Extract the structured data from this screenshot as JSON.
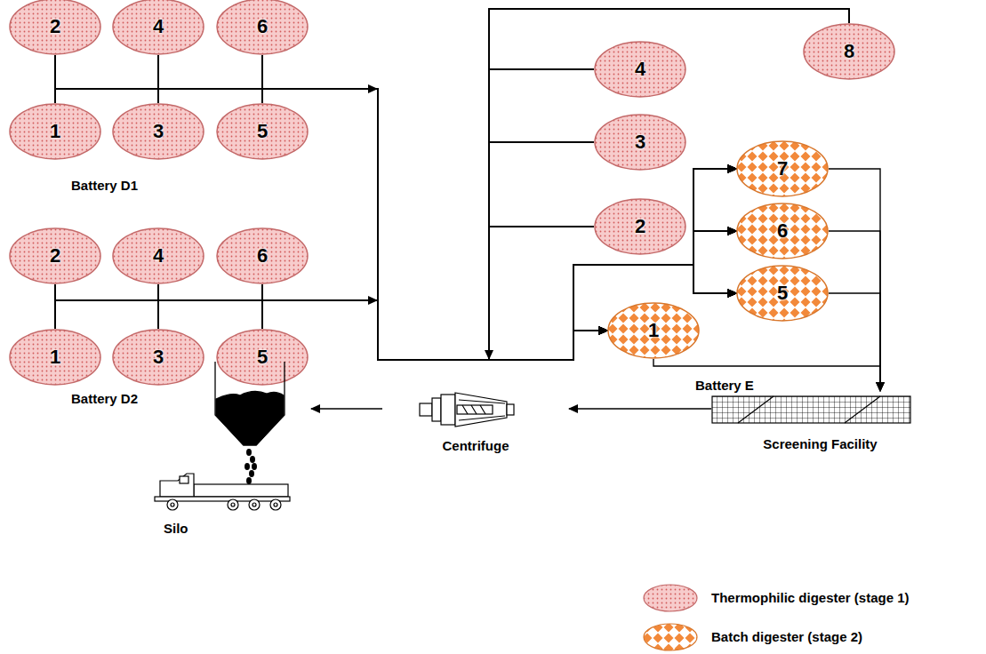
{
  "diagram": {
    "nodes": [
      {
        "text": [
          "2"
        ]
      },
      {
        "text": [
          "4"
        ]
      },
      {
        "text": [
          "6"
        ]
      },
      {
        "text": [
          "1"
        ]
      },
      {
        "text": [
          "3"
        ]
      },
      {
        "text": [
          "5"
        ]
      },
      {
        "text": [
          "2"
        ]
      },
      {
        "text": [
          "4"
        ]
      },
      {
        "text": [
          "6"
        ]
      },
      {
        "text": [
          "1"
        ]
      },
      {
        "text": [
          "3"
        ]
      },
      {
        "text": [
          "5"
        ]
      },
      {
        "text": [
          "4"
        ]
      },
      {
        "text": [
          "8"
        ]
      },
      {
        "text": [
          "3"
        ]
      },
      {
        "text": [
          "7"
        ]
      },
      {
        "text": [
          "2"
        ]
      },
      {
        "text": [
          "6"
        ]
      },
      {
        "text": [
          "1"
        ]
      },
      {
        "text": [
          "5"
        ]
      },
      {
        "text": [
          "Silo"
        ]
      },
      {
        "text": [
          "Centrifuge"
        ]
      },
      {
        "text": [
          "Screening Facility"
        ]
      }
    ],
    "edges": [
      {
        "from": 0,
        "to": 18,
        "arrow": "to"
      },
      {
        "from": 0,
        "to": 19,
        "arrow": "to"
      },
      {
        "from": 0,
        "to": 17,
        "arrow": "to"
      },
      {
        "from": 0,
        "to": 15,
        "arrow": "to"
      },
      {
        "from": 1,
        "to": 18,
        "arrow": "to"
      },
      {
        "from": 1,
        "to": 19,
        "arrow": "to"
      },
      {
        "from": 1,
        "to": 17,
        "arrow": "to"
      },
      {
        "from": 1,
        "to": 15,
        "arrow": "to"
      },
      {
        "from": 2,
        "to": 18,
        "arrow": "to"
      },
      {
        "from": 2,
        "to": 19,
        "arrow": "to"
      },
      {
        "from": 2,
        "to": 17,
        "arrow": "to"
      },
      {
        "from": 2,
        "to": 15,
        "arrow": "to"
      },
      {
        "from": 3,
        "to": 18,
        "arrow": "to"
      },
      {
        "from": 3,
        "to": 19,
        "arrow": "to"
      },
      {
        "from": 3,
        "to": 17,
        "arrow": "to"
      },
      {
        "from": 3,
        "to": 15,
        "arrow": "to"
      },
      {
        "from": 4,
        "to": 18,
        "arrow": "to"
      },
      {
        "from": 4,
        "to": 19,
        "arrow": "to"
      },
      {
        "from": 4,
        "to": 17,
        "arrow": "to"
      },
      {
        "from": 4,
        "to": 15,
        "arrow": "to"
      },
      {
        "from": 5,
        "to": 18,
        "arrow": "to"
      },
      {
        "from": 5,
        "to": 19,
        "arrow": "to"
      },
      {
        "from": 5,
        "to": 17,
        "arrow": "to"
      },
      {
        "from": 5,
        "to": 15,
        "arrow": "to"
      },
      {
        "from": 6,
        "to": 18,
        "arrow": "to"
      },
      {
        "from": 6,
        "to": 19,
        "arrow": "to"
      },
      {
        "from": 6,
        "to": 17,
        "arrow": "to"
      },
      {
        "from": 6,
        "to": 15,
        "arrow": "to"
      },
      {
        "from": 7,
        "to": 18,
        "arrow": "to"
      },
      {
        "from": 7,
        "to": 19,
        "arrow": "to"
      },
      {
        "from": 7,
        "to": 17,
        "arrow": "to"
      },
      {
        "from": 7,
        "to": 15,
        "arrow": "to"
      },
      {
        "from": 8,
        "to": 18,
        "arrow": "to"
      },
      {
        "from": 8,
        "to": 19,
        "arrow": "to"
      },
      {
        "from": 8,
        "to": 17,
        "arrow": "to"
      },
      {
        "from": 8,
        "to": 15,
        "arrow": "to"
      },
      {
        "from": 9,
        "to": 18,
        "arrow": "to"
      },
      {
        "from": 9,
        "to": 19,
        "arrow": "to"
      },
      {
        "from": 9,
        "to": 17,
        "arrow": "to"
      },
      {
        "from": 9,
        "to": 15,
        "arrow": "to"
      },
      {
        "from": 10,
        "to": 18,
        "arrow": "to"
      },
      {
        "from": 10,
        "to": 19,
        "arrow": "to"
      },
      {
        "from": 10,
        "to": 17,
        "arrow": "to"
      },
      {
        "from": 10,
        "to": 15,
        "arrow": "to"
      },
      {
        "from": 11,
        "to": 18,
        "arrow": "to"
      },
      {
        "from": 11,
        "to": 19,
        "arrow": "to"
      },
      {
        "from": 11,
        "to": 17,
        "arrow": "to"
      },
      {
        "from": 11,
        "to": 15,
        "arrow": "to"
      },
      {
        "from": 12,
        "to": 18,
        "arrow": "to"
      },
      {
        "from": 12,
        "to": 19,
        "arrow": "to"
      },
      {
        "from": 12,
        "to": 17,
        "arrow": "to"
      },
      {
        "from": 12,
        "to": 15,
        "arrow": "to"
      },
      {
        "from": 13,
        "to": 18,
        "arrow": "to"
      },
      {
        "from": 13,
        "to": 19,
        "arrow": "to"
      },
      {
        "from": 13,
        "to": 17,
        "arrow": "to"
      },
      {
        "from": 13,
        "to": 15,
        "arrow": "to"
      },
      {
        "from": 14,
        "to": 18,
        "arrow": "to"
      },
      {
        "from": 14,
        "to": 19,
        "arrow": "to"
      },
      {
        "from": 14,
        "to": 17,
        "arrow": "to"
      },
      {
        "from": 14,
        "to": 15,
        "arrow": "to"
      },
      {
        "from": 16,
        "to": 18,
        "arrow": "to"
      },
      {
        "from": 16,
        "to": 19,
        "arrow": "to"
      },
      {
        "from": 16,
        "to": 17,
        "arrow": "to"
      },
      {
        "from": 16,
        "to": 15,
        "arrow": "to"
      },
      {
        "from": 15,
        "to": 22,
        "arrow": "to"
      },
      {
        "from": 17,
        "to": 22,
        "arrow": "to"
      },
      {
        "from": 19,
        "to": 22,
        "arrow": "to"
      },
      {
        "from": 18,
        "to": 22,
        "arrow": "to"
      },
      {
        "from": 22,
        "to": 21,
        "arrow": "to"
      },
      {
        "from": 21,
        "to": 20,
        "arrow": "to"
      }
    ],
    "labels": [
      "Battery D1",
      "Battery D2",
      "Battery E"
    ],
    "legend": [
      {
        "text": "Thermophilic digester (stage 1)"
      },
      {
        "text": "Batch digester (stage 2)"
      }
    ]
  }
}
